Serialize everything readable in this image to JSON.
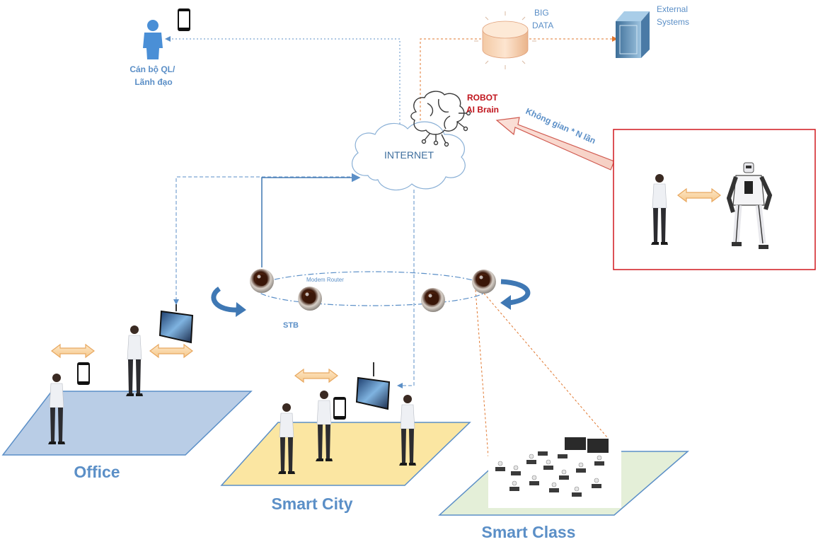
{
  "labels": {
    "manager": "Cán bộ QL/\nLãnh đạo",
    "big_data": "BIG\nDATA",
    "external": "External\nSystems",
    "robot_brain": "ROBOT\nAI Brain",
    "space": "Không gian * N lần",
    "internet": "INTERNET",
    "modem": "Modem Router",
    "stb": "STB",
    "office": "Office",
    "smart_city": "Smart City",
    "smart_class": "Smart Class"
  },
  "colors": {
    "accent_blue": "#5b8fc7",
    "robot_red": "#c0141c",
    "office_floor": "#b9cde6",
    "city_floor": "#fbe6a2",
    "class_floor": "#e4efd8",
    "link_orange": "#e0772f",
    "frame_red": "#d0191f"
  },
  "icons": [
    "person-icon",
    "phone-icon",
    "database-icon",
    "server-cabinet-icon",
    "brain-icon",
    "cloud-icon",
    "eye-camera-icon",
    "tv-screen-icon",
    "robot-icon",
    "double-arrow-icon",
    "rotate-arrow-icon",
    "classroom-icon"
  ]
}
